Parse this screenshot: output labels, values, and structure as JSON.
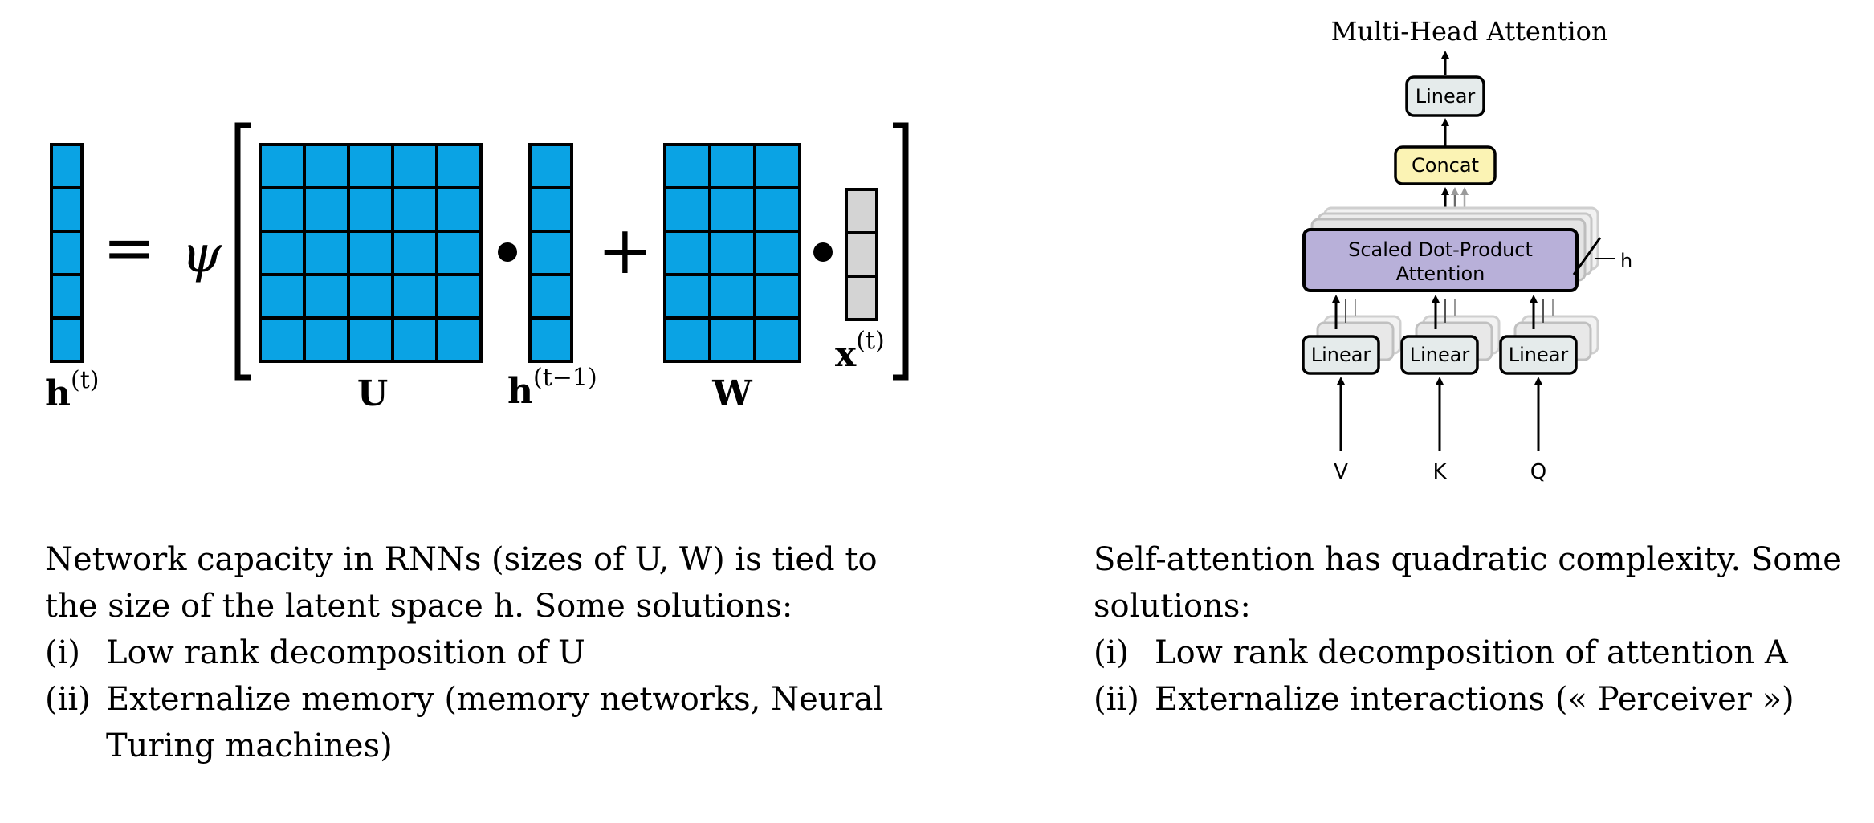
{
  "colors": {
    "matrix_cell": "#0aa3e4",
    "input_cell": "#d4d4d4",
    "linear_box": "#e5ebeb",
    "concat_box": "#fbf3b4",
    "attention_box": "#b8b0d9",
    "stroke": "#000000"
  },
  "rnn": {
    "h_t_label": "h",
    "h_t_sup": "(t)",
    "equals": "=",
    "psi": "ψ",
    "U_label": "U",
    "h_prev_label": "h",
    "h_prev_sup": "(t−1)",
    "plus": "+",
    "W_label": "W",
    "x_label": "x",
    "x_sup": "(t)"
  },
  "attention": {
    "title": "Multi-Head Attention",
    "linear_top": "Linear",
    "concat": "Concat",
    "sdpa_line1": "Scaled Dot-Product",
    "sdpa_line2": "Attention",
    "h": "h",
    "linear_v": "Linear",
    "linear_k": "Linear",
    "linear_q": "Linear",
    "input_v": "V",
    "input_k": "K",
    "input_q": "Q"
  },
  "captions": {
    "left": {
      "intro_line1": "Network capacity in RNNs  (sizes of U, W) is tied to",
      "intro_line2": "the size of the latent space h. Some solutions:",
      "items": [
        {
          "num": "(i)",
          "text": "Low rank decomposition of U"
        },
        {
          "num": "(ii)",
          "text": "Externalize memory (memory networks, Neural Turing machines)"
        }
      ]
    },
    "right": {
      "intro_line1": "Self-attention has quadratic complexity. Some",
      "intro_line2": "solutions:",
      "items": [
        {
          "num": "(i)",
          "text": "Low rank decomposition of attention A"
        },
        {
          "num": "(ii)",
          "text": "Externalize interactions (« Perceiver »)"
        }
      ]
    }
  }
}
